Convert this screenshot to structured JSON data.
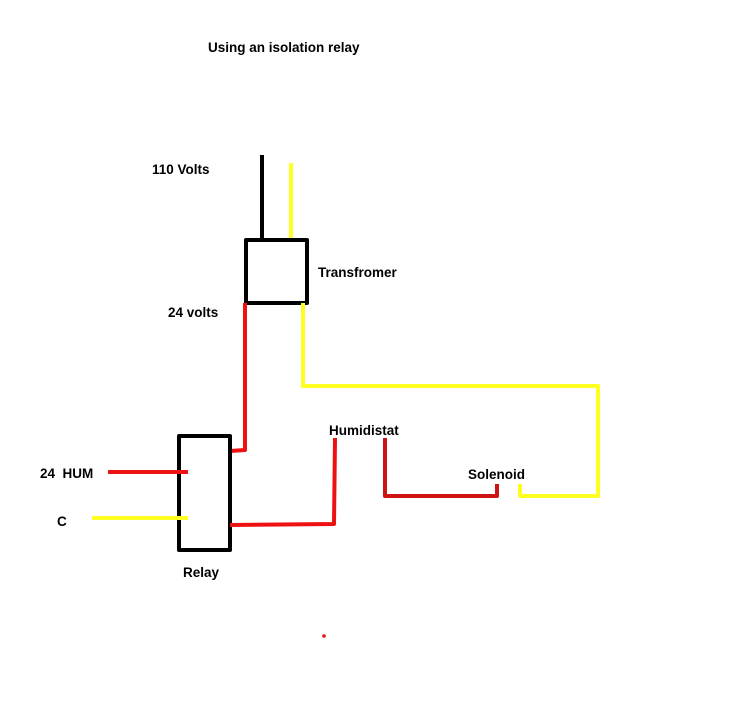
{
  "title": "Using an isolation relay",
  "labels": {
    "volts_110": "110 Volts",
    "transformer": "Transfromer",
    "volts_24": "24 volts",
    "humidistat": "Humidistat",
    "solenoid": "Solenoid",
    "hum_24": "24  HUM",
    "common": "C",
    "relay": "Relay"
  },
  "colors": {
    "black": "#000000",
    "red": "#ee1111",
    "dark_red": "#cc1414",
    "yellow": "#ffff22"
  }
}
